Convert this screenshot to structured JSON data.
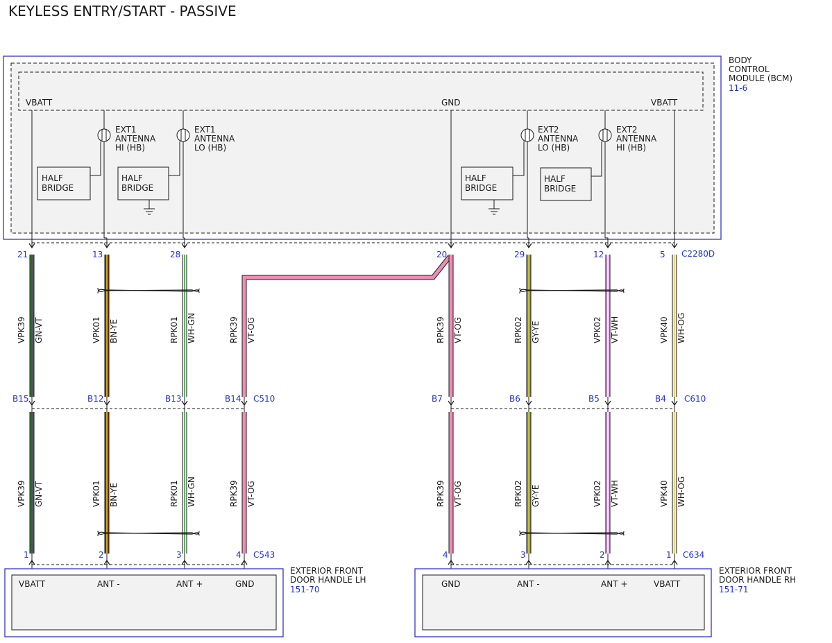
{
  "title": "KEYLESS ENTRY/START - PASSIVE",
  "bcm": {
    "name_lines": [
      "BODY",
      "CONTROL",
      "MODULE (BCM)"
    ],
    "ref": "11-6",
    "connector": "C2280D",
    "internal_labels": {
      "vbatt_left": "VBATT",
      "gnd": "GND",
      "vbatt_right": "VBATT"
    },
    "antennas": [
      {
        "lines": [
          "EXT1",
          "ANTENNA",
          "HI (HB)"
        ]
      },
      {
        "lines": [
          "EXT1",
          "ANTENNA",
          "LO (HB)"
        ]
      },
      {
        "lines": [
          "EXT2",
          "ANTENNA",
          "LO (HB)"
        ]
      },
      {
        "lines": [
          "EXT2",
          "ANTENNA",
          "HI (HB)"
        ]
      }
    ],
    "half_bridges": [
      {
        "lines": [
          "HALF",
          "BRIDGE"
        ]
      },
      {
        "lines": [
          "HALF",
          "BRIDGE"
        ]
      },
      {
        "lines": [
          "HALF",
          "BRIDGE"
        ]
      },
      {
        "lines": [
          "HALF",
          "BRIDGE"
        ]
      }
    ]
  },
  "left_harness": {
    "connector_upper": "C510",
    "connector_lower": "C543",
    "wires": [
      {
        "bcm_pin": "21",
        "mid_pin": "B15",
        "handle_pin": "1",
        "circuit": "VPK39",
        "color_code": "GN-VT",
        "colors": [
          "#2e7d32",
          "#7a2a8a"
        ]
      },
      {
        "bcm_pin": "13",
        "mid_pin": "B12",
        "handle_pin": "2",
        "circuit": "VPK01",
        "color_code": "BN-YE",
        "colors": [
          "#7a3b10",
          "#e0c020"
        ]
      },
      {
        "bcm_pin": "28",
        "mid_pin": "B13",
        "handle_pin": "3",
        "circuit": "RPK01",
        "color_code": "WH-GN",
        "colors": [
          "#f4f4f4",
          "#3aa040"
        ]
      },
      {
        "bcm_pin": "",
        "mid_pin": "B14",
        "handle_pin": "4",
        "circuit": "RPK39",
        "color_code": "VT-OG",
        "colors": [
          "#f08cb4",
          "#f08cb4"
        ]
      }
    ]
  },
  "right_harness": {
    "connector_upper": "C610",
    "connector_lower": "C634",
    "wires": [
      {
        "bcm_pin": "20",
        "mid_pin": "B7",
        "handle_pin": "4",
        "circuit": "RPK39",
        "color_code": "VT-OG",
        "colors": [
          "#f08cb4",
          "#f08cb4"
        ]
      },
      {
        "bcm_pin": "29",
        "mid_pin": "B6",
        "handle_pin": "3",
        "circuit": "RPK02",
        "color_code": "GY-YE",
        "colors": [
          "#8a8a8a",
          "#d8d030"
        ]
      },
      {
        "bcm_pin": "12",
        "mid_pin": "B5",
        "handle_pin": "2",
        "circuit": "VPK02",
        "color_code": "VT-WH",
        "colors": [
          "#e09ae8",
          "#ffffff"
        ]
      },
      {
        "bcm_pin": "5",
        "mid_pin": "B4",
        "handle_pin": "1",
        "circuit": "VPK40",
        "color_code": "WH-OG",
        "colors": [
          "#f6f0d0",
          "#e8d070"
        ]
      }
    ]
  },
  "handle_lh": {
    "name_lines": [
      "EXTERIOR FRONT",
      "DOOR HANDLE LH"
    ],
    "ref": "151-70",
    "pins": [
      "VBATT",
      "ANT -",
      "ANT +",
      "GND"
    ]
  },
  "handle_rh": {
    "name_lines": [
      "EXTERIOR FRONT",
      "DOOR HANDLE RH"
    ],
    "ref": "151-71",
    "pins": [
      "GND",
      "ANT -",
      "ANT +",
      "VBATT"
    ]
  },
  "colors": {
    "module_border": "#3333cc",
    "module_fill": "#f2f2f2",
    "pin_number": "#2233cc",
    "line": "#1a1a1a"
  }
}
